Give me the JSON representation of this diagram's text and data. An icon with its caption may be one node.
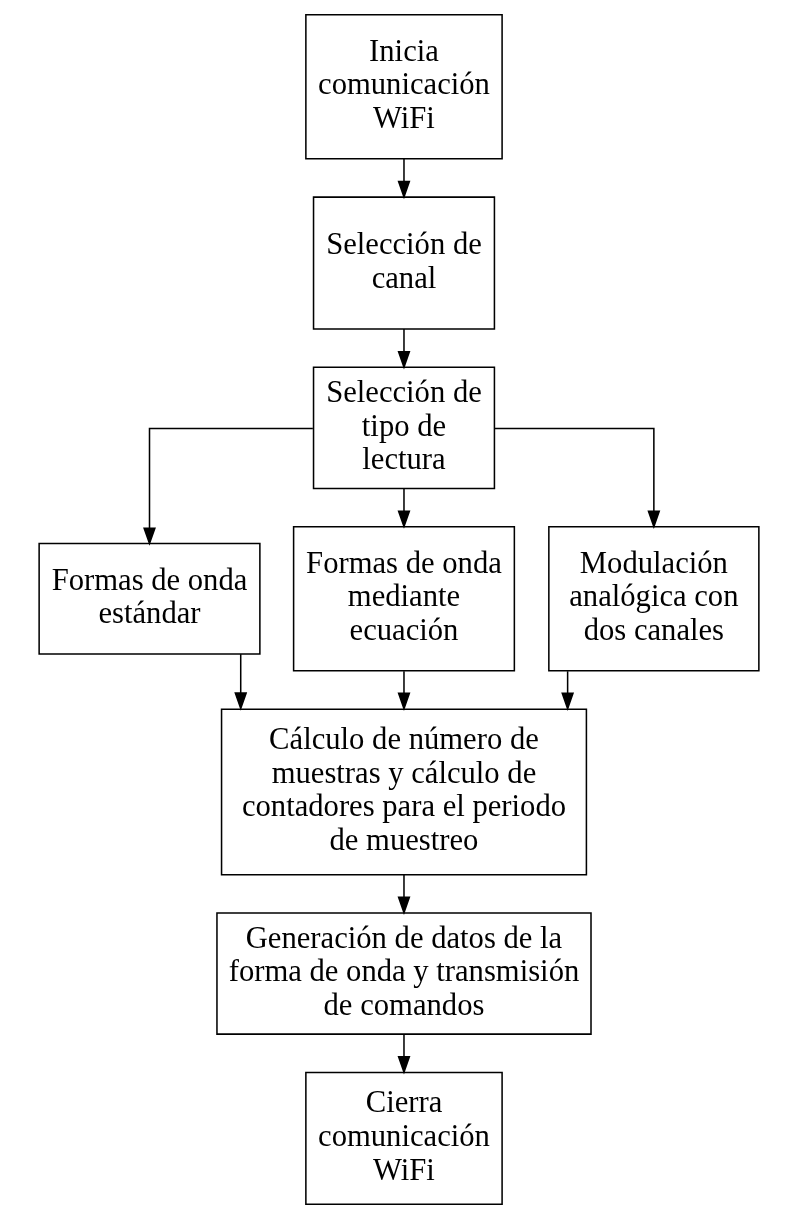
{
  "diagram": {
    "nodes": [
      {
        "text": [
          "Inicia comunicación WiFi"
        ]
      },
      {
        "text": [
          "Selección de canal"
        ]
      },
      {
        "text": [
          "Selección de tipo de lectura"
        ]
      },
      {
        "text": [
          "Formas de onda estándar"
        ]
      },
      {
        "text": [
          "Formas de onda mediante ecuación"
        ]
      },
      {
        "text": [
          "Modulación analógica con dos canales"
        ]
      },
      {
        "text": [
          "Cálculo de número de muestras y cálculo de contadores para el periodo de muestreo"
        ]
      },
      {
        "text": [
          "Generación de datos de la forma de onda y transmisión de comandos"
        ]
      },
      {
        "text": [
          "Cierra comunicación WiFi"
        ]
      }
    ],
    "edges": [
      {
        "from": 0,
        "to": 1,
        "arrow": "to"
      },
      {
        "from": 1,
        "to": 2,
        "arrow": "to"
      },
      {
        "from": 2,
        "to": 3,
        "arrow": "to"
      },
      {
        "from": 2,
        "to": 4,
        "arrow": "to"
      },
      {
        "from": 2,
        "to": 5,
        "arrow": "to"
      },
      {
        "from": 3,
        "to": 6,
        "arrow": "to"
      },
      {
        "from": 4,
        "to": 6,
        "arrow": "to"
      },
      {
        "from": 5,
        "to": 6,
        "arrow": "to"
      },
      {
        "from": 6,
        "to": 7,
        "arrow": "to"
      },
      {
        "from": 7,
        "to": 8,
        "arrow": "to"
      }
    ]
  }
}
